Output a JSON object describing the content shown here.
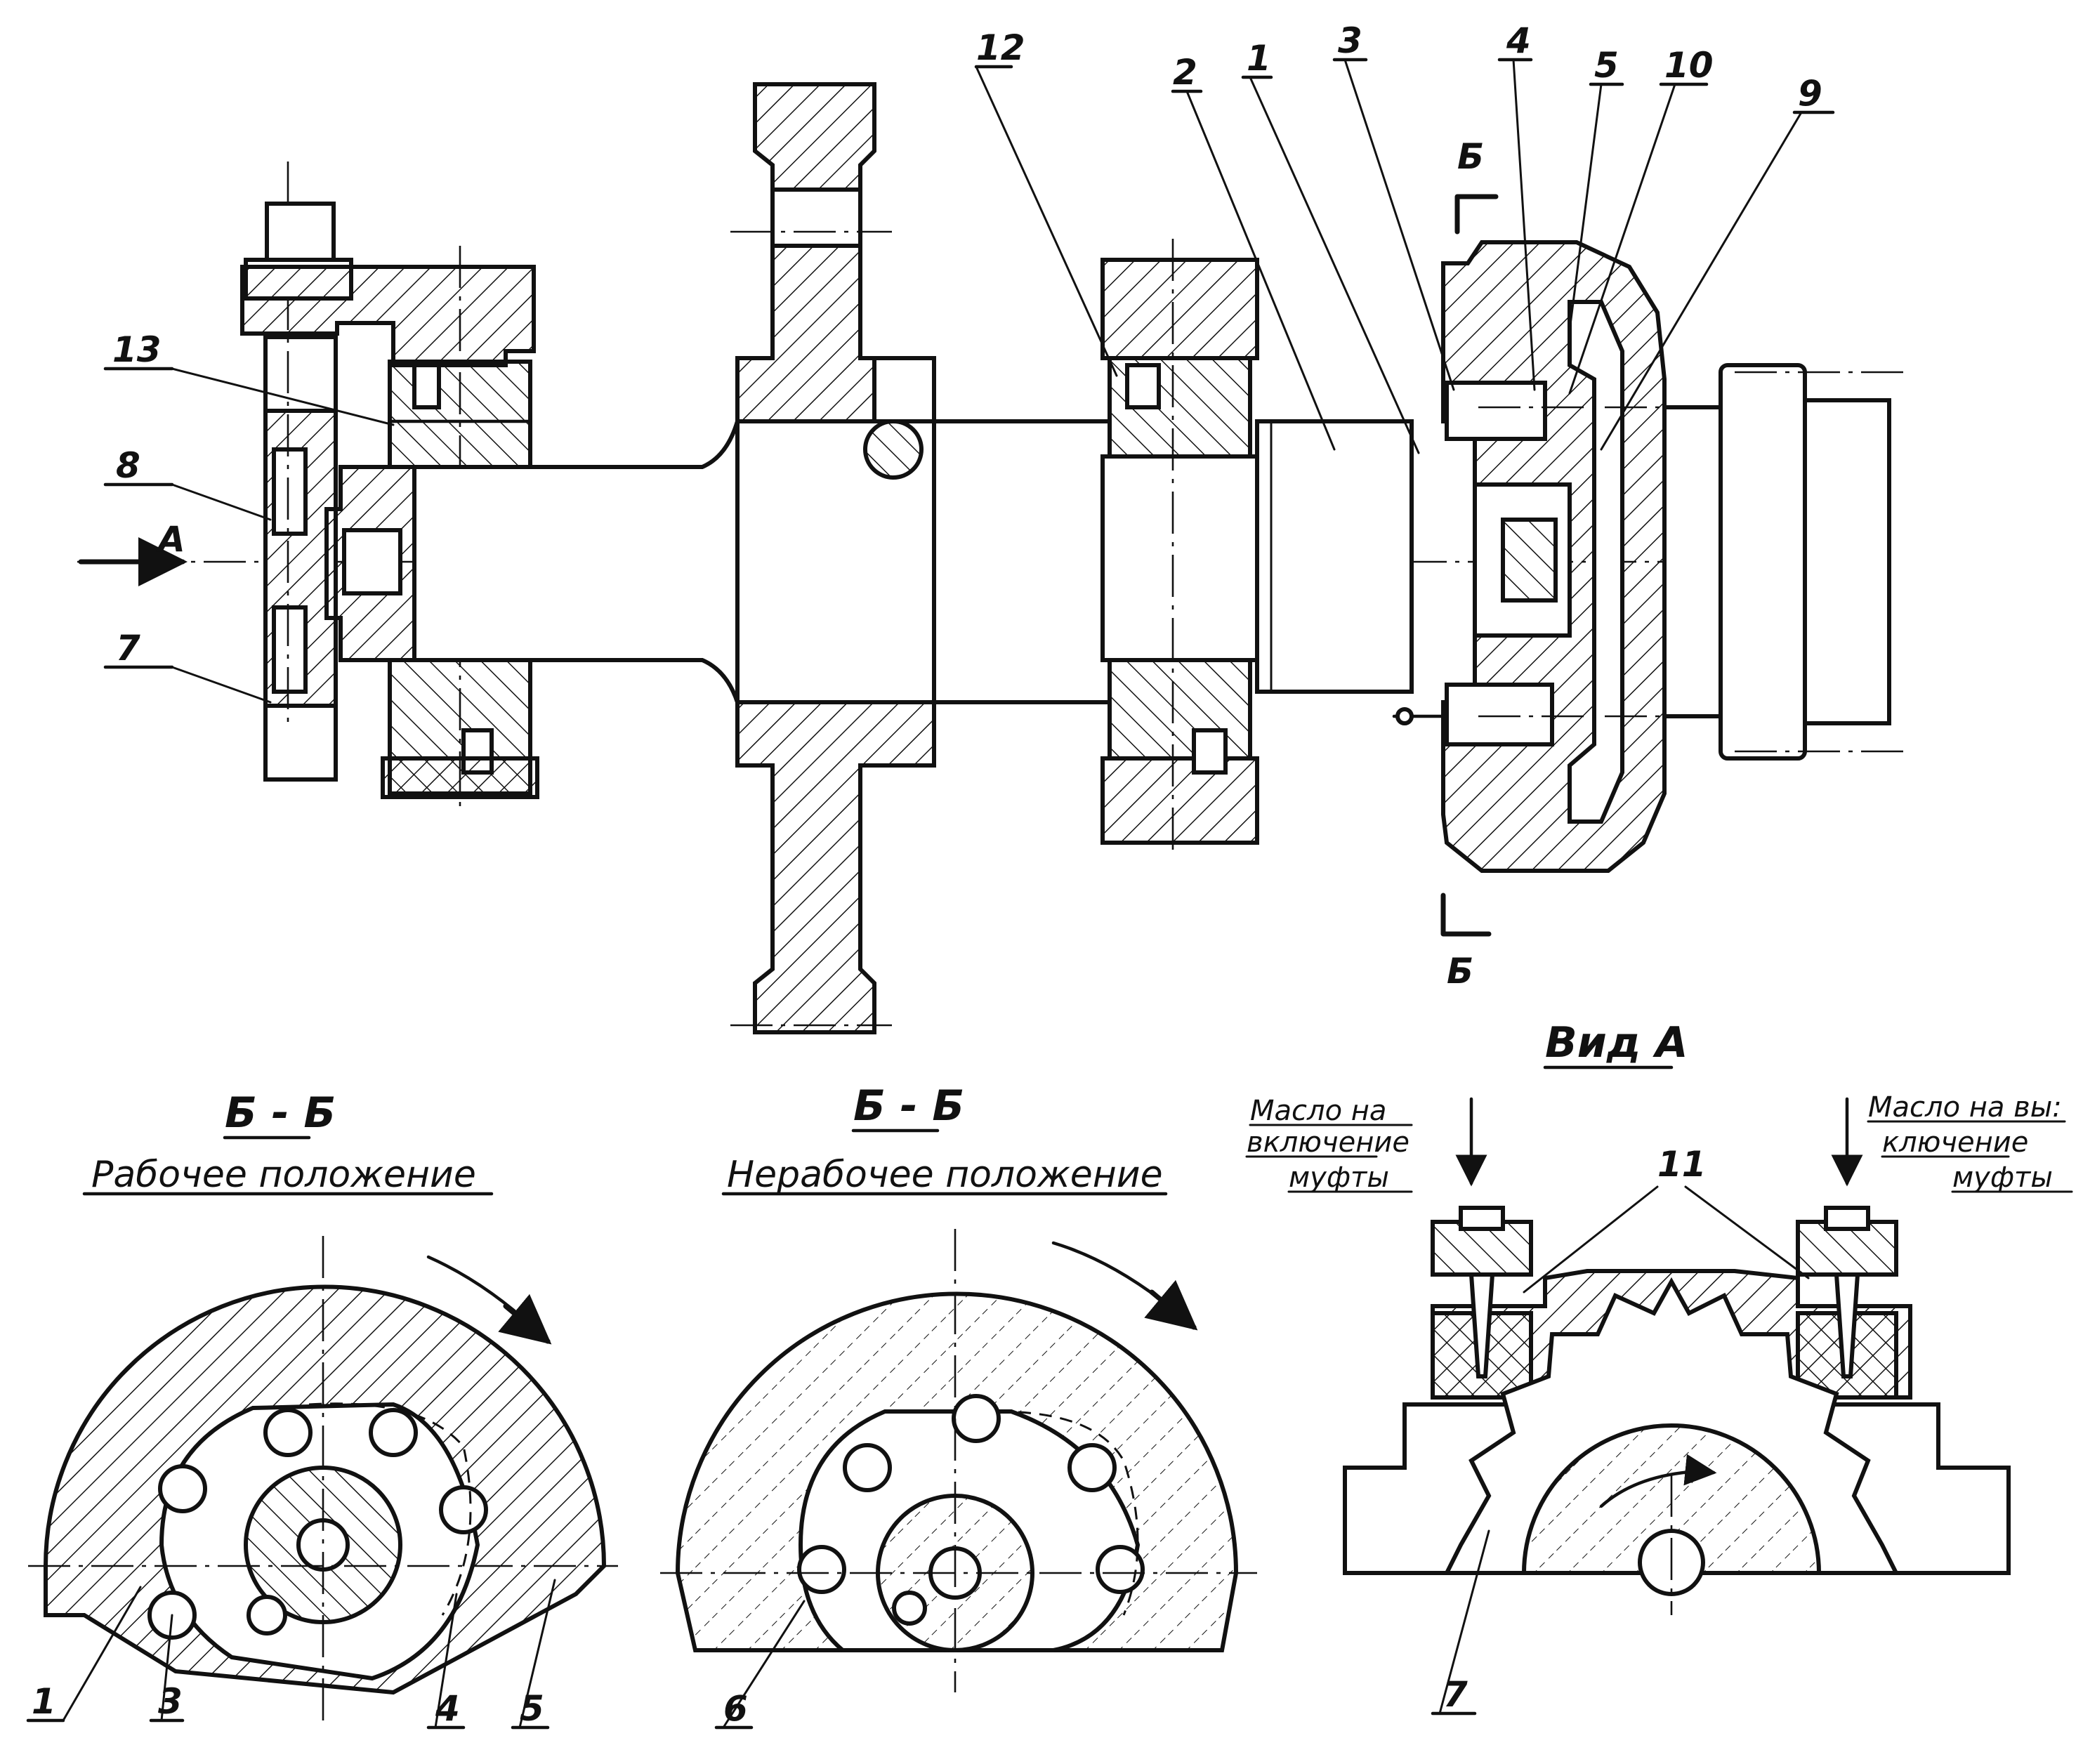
{
  "part_numbers": {
    "p1": "1",
    "p2": "2",
    "p3": "3",
    "p4": "4",
    "p5": "5",
    "p6": "6",
    "p7": "7",
    "p8": "8",
    "p9": "9",
    "p10": "10",
    "p11": "11",
    "p12": "12",
    "p13": "13"
  },
  "view_marks": {
    "arrow_a": "А",
    "section_b_top": "Б",
    "section_b_bottom": "Б"
  },
  "views": {
    "section_working": {
      "heading": "Б - Б",
      "caption": "Рабочее положение"
    },
    "section_idle": {
      "heading": "Б - Б",
      "caption": "Нерабочее положение"
    },
    "view_a": {
      "heading": "Вид А",
      "oil_on": [
        "Масло на",
        "включение",
        "муфты"
      ],
      "oil_off": [
        "Масло на вы:",
        "ключение",
        "муфты"
      ]
    }
  },
  "colors": {
    "ink": "#111111",
    "paper": "#ffffff"
  }
}
